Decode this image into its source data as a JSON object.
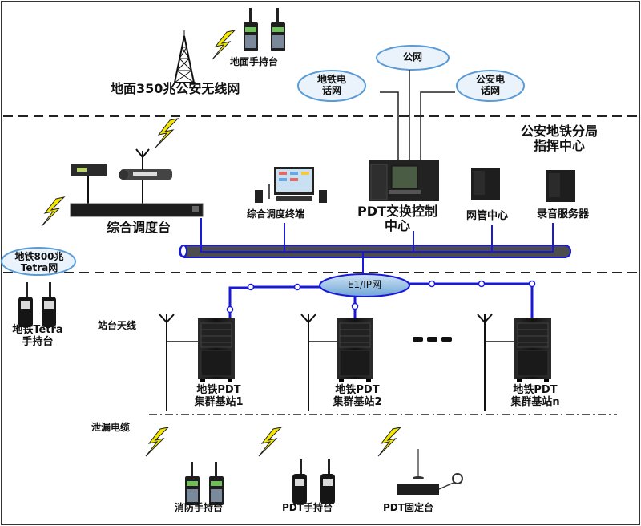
{
  "zones": {
    "ground": {
      "network_label": "地面350兆公安无线网",
      "handset_label": "地面手持台"
    },
    "command": {
      "title_line1": "公安地铁分局",
      "title_line2": "指挥中心",
      "clouds": {
        "public": "公网",
        "metro_phone_line1": "地铁电",
        "metro_phone_line2": "话网",
        "police_phone_line1": "公安电",
        "police_phone_line2": "话网"
      },
      "dispatch_console": "综合调度台",
      "dispatch_terminal": "综合调度终端",
      "pdt_switch_line1": "PDT交换控制",
      "pdt_switch_line2": "中心",
      "nms": "网管中心",
      "recorder": "录音服务器",
      "tetra_cloud_line1": "地铁800兆",
      "tetra_cloud_line2": "Tetra网"
    },
    "station": {
      "tetra_handset_line1": "地铁Tetra",
      "tetra_handset_line2": "手持台",
      "antenna_label": "站台天线",
      "ip_cloud": "E1/IP网",
      "base_stations": [
        {
          "line1": "地铁PDT",
          "line2": "集群基站1"
        },
        {
          "line1": "地铁PDT",
          "line2": "集群基站2"
        },
        {
          "line1": "地铁PDT",
          "line2": "集群基站n"
        }
      ],
      "ellipsis": "- - -",
      "leaky_cable": "泄漏电缆",
      "terminals": [
        "消防手持台",
        "PDT手持台",
        "PDT固定台"
      ]
    }
  },
  "colors": {
    "link_blue": "#1a1ad6",
    "bus_gray": "#4d4d4d",
    "cloud_fill": "#e8f2fb",
    "cloud_stroke": "#4a8fd0",
    "bolt_yellow": "#f5e800",
    "device_black": "#1c1c1c"
  }
}
